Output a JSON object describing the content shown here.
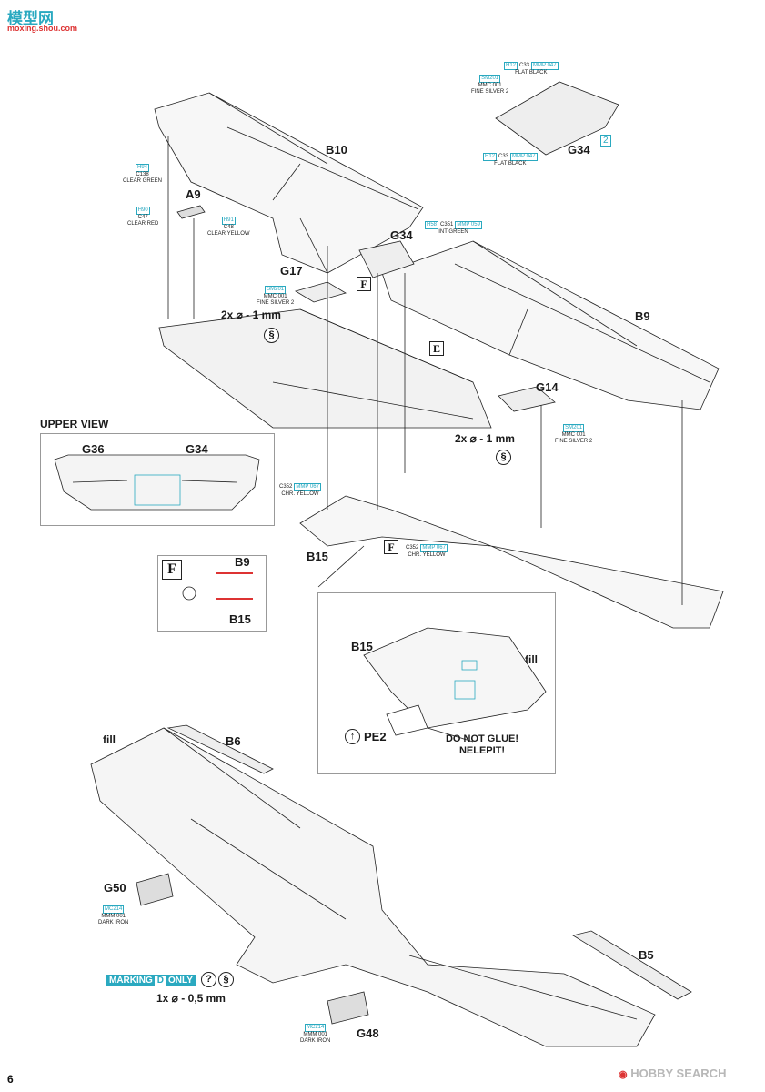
{
  "watermark": {
    "logo_text": "模型网",
    "url_text": "moxing.shou.com"
  },
  "page_number": "6",
  "footer_brand": "HOBBY SEARCH",
  "parts": {
    "B10": "B10",
    "B9": "B9",
    "B15": "B15",
    "B6": "B6",
    "B5": "B5",
    "A9": "A9",
    "G34_top": "G34",
    "G34_mid": "G34",
    "G17": "G17",
    "G14": "G14",
    "G50": "G50",
    "G48": "G48",
    "G36": "G36",
    "G34_inset": "G34",
    "B9_f": "B9",
    "B15_f": "B15",
    "B15_detail": "B15",
    "PE2": "PE2"
  },
  "step_badge": "2",
  "letters": {
    "F1": "F",
    "E": "E",
    "F2": "F",
    "F3": "F"
  },
  "drill_notes": {
    "upper": "2x ⌀ - 1 mm",
    "right": "2x ⌀ - 1 mm",
    "marking": "1x ⌀ - 0,5 mm"
  },
  "upper_view_title": "UPPER VIEW",
  "fill_labels": {
    "detail": "fill",
    "bottom": "fill"
  },
  "warning": {
    "line1": "DO NOT GLUE!",
    "line2": "NELEPIT!"
  },
  "marking": {
    "prefix": "MARKING",
    "letter": "D",
    "suffix": "ONLY"
  },
  "paints": {
    "clear_green": {
      "h": "H94",
      "c": "C138",
      "name": "CLEAR GREEN"
    },
    "clear_red": {
      "h": "H90",
      "c": "C47",
      "name": "CLEAR RED"
    },
    "clear_yellow": {
      "h": "H91",
      "c": "C48",
      "name": "CLEAR YELLOW"
    },
    "flat_black_top": {
      "h": "H12",
      "c": "C33",
      "m": "MMP 047",
      "name": "FLAT BLACK"
    },
    "fine_silver_top": {
      "h": "SM201",
      "c": "MMC 001",
      "name": "FINE SILVER 2"
    },
    "flat_black_bot": {
      "h": "H12",
      "c": "C33",
      "m": "MMP 047",
      "name": "FLAT BLACK"
    },
    "int_green": {
      "h": "H58",
      "c": "C351",
      "m": "MMP 059",
      "name": "INT GREEN"
    },
    "fine_silver_g17": {
      "h": "SM201",
      "c": "MMC 001",
      "name": "FINE SILVER 2"
    },
    "fine_silver_g14": {
      "h": "SM201",
      "c": "MMC 001",
      "name": "FINE SILVER 2"
    },
    "chr_yellow_1": {
      "c": "C352",
      "m": "MMP 067",
      "name": "CHR. YELLOW"
    },
    "chr_yellow_2": {
      "c": "C352",
      "m": "MMP 067",
      "name": "CHR. YELLOW"
    },
    "dark_iron_g50": {
      "h": "MC214",
      "c": "MMM 001",
      "name": "DARK IRON"
    },
    "dark_iron_g48": {
      "h": "MC214",
      "c": "MMM 001",
      "name": "DARK IRON"
    }
  },
  "colors": {
    "accent": "#2aa9c0",
    "line": "#1a1a1a",
    "warning_red": "#d33"
  }
}
